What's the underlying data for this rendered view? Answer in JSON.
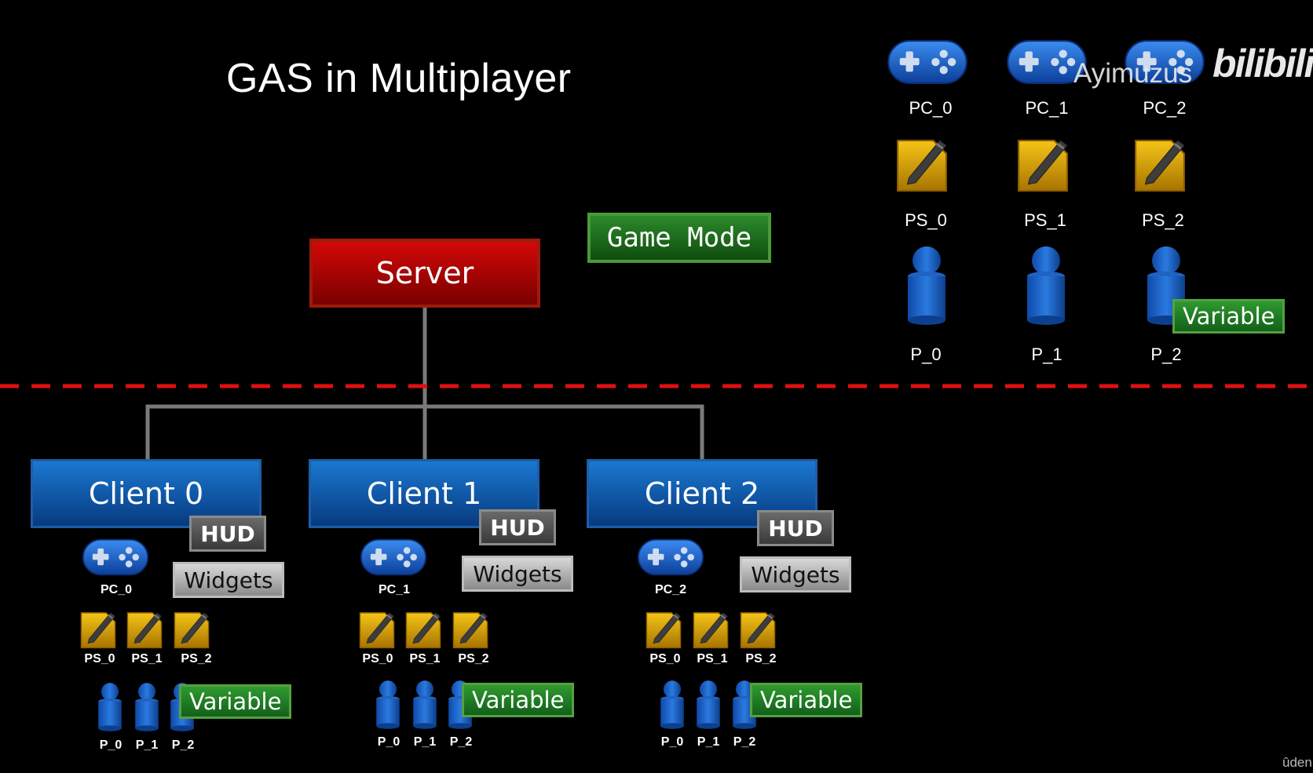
{
  "title": "GAS in Multiplayer",
  "server": {
    "label": "Server"
  },
  "game_mode": {
    "label": "Game Mode"
  },
  "server_side": {
    "controllers": [
      "PC_0",
      "PC_1",
      "PC_2"
    ],
    "states": [
      "PS_0",
      "PS_1",
      "PS_2"
    ],
    "pawns": [
      "P_0",
      "P_1",
      "P_2"
    ],
    "variable_label": "Variable"
  },
  "clients": [
    {
      "label": "Client 0",
      "hud": "HUD",
      "widgets": "Widgets",
      "controller": "PC_0",
      "states": [
        "PS_0",
        "PS_1",
        "PS_2"
      ],
      "pawns": [
        "P_0",
        "P_1",
        "P_2"
      ],
      "variable": "Variable"
    },
    {
      "label": "Client 1",
      "hud": "HUD",
      "widgets": "Widgets",
      "controller": "PC_1",
      "states": [
        "PS_0",
        "PS_1",
        "PS_2"
      ],
      "pawns": [
        "P_0",
        "P_1",
        "P_2"
      ],
      "variable": "Variable"
    },
    {
      "label": "Client 2",
      "hud": "HUD",
      "widgets": "Widgets",
      "controller": "PC_2",
      "states": [
        "PS_0",
        "PS_1",
        "PS_2"
      ],
      "pawns": [
        "P_0",
        "P_1",
        "P_2"
      ],
      "variable": "Variable"
    }
  ],
  "watermark": {
    "user": "Ayimuzus",
    "site": "bilibili",
    "corner": "ûden"
  },
  "colors": {
    "server": "#c00000",
    "client": "#1565c0",
    "game_mode": "#2a7d2a",
    "divider": "#e01010",
    "connector": "#7a7a7a",
    "controller_icon": "#1e64d2",
    "state_icon": "#e0a800",
    "pawn_icon": "#1a5fc0"
  },
  "icons": {
    "controller": "gamepad-icon",
    "state": "notepad-pencil-icon",
    "pawn": "pawn-icon"
  }
}
